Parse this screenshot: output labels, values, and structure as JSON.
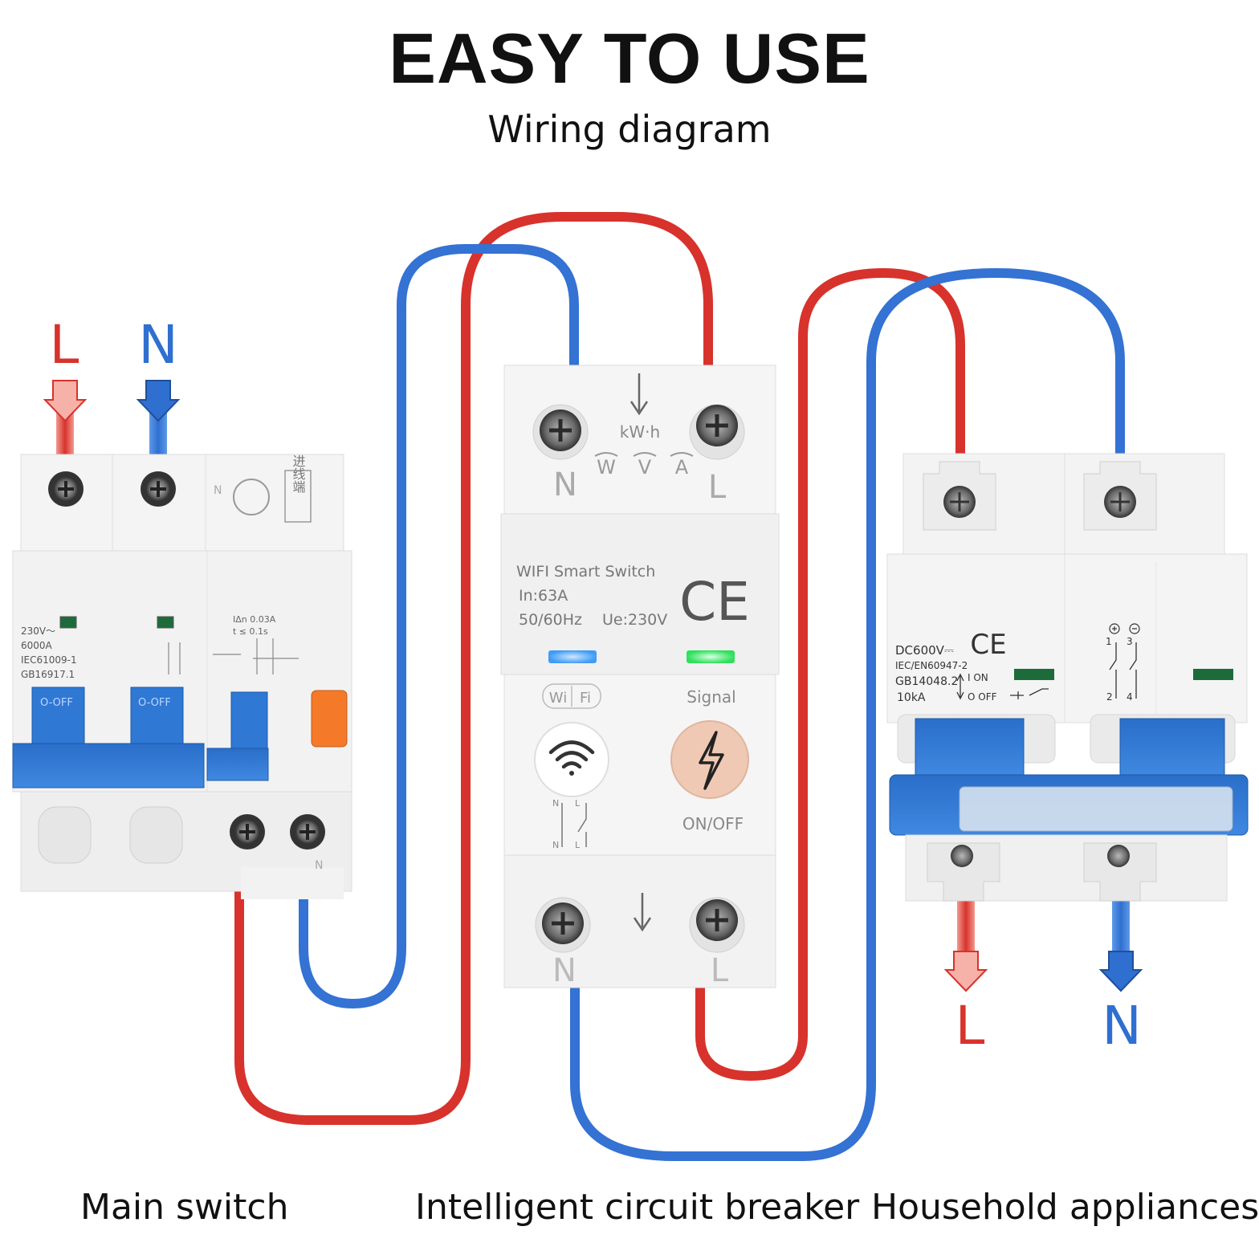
{
  "header": {
    "title": "EASY TO USE",
    "subtitle": "Wiring diagram"
  },
  "colors": {
    "live": "#d8322c",
    "neutral": "#2f6fd0",
    "device_body": "#f2f2f2",
    "lever": "#2f78d4",
    "wifi_led": "#3fa0ff",
    "signal_led": "#2ee05a",
    "test_button": "#f47a2a",
    "onoff_button": "#f0c9b5"
  },
  "inputs": {
    "live": "L",
    "neutral": "N"
  },
  "outputs": {
    "live": "L",
    "neutral": "N"
  },
  "main_switch": {
    "caption": "Main switch",
    "rating": "230V～",
    "breaking": "6000A",
    "standard1": "IEC61009-1",
    "standard2": "GB16917.1",
    "residual": "IΔn 0.03A",
    "trip_time": "t ≤ 0.1s",
    "lever1": "O-OFF",
    "lever2": "O-OFF",
    "incoming_label": "进线端",
    "pole_n": "N",
    "bottom_n": "N"
  },
  "smart_switch": {
    "caption": "Intelligent circuit breaker",
    "energy_unit": "kW·h",
    "meas_w": "W",
    "meas_v": "V",
    "meas_a": "A",
    "top_n": "N",
    "top_l": "L",
    "product": "WIFI Smart Switch",
    "current": "In:63A",
    "freq": "50/60Hz",
    "voltage": "Ue:230V",
    "cert": "CE",
    "wifi_label_1": "Wi",
    "wifi_label_2": "Fi",
    "signal_label": "Signal",
    "onoff_label": "ON/OFF",
    "schem_n": "N",
    "schem_l": "L",
    "bottom_n": "N",
    "bottom_l": "L"
  },
  "appliance_breaker": {
    "caption": "Household appliances",
    "rating": "DC600V⎓",
    "standard1": "IEC/EN60947-2",
    "standard2": "GB14048.2",
    "breaking": "10kA",
    "on_label": "I ON",
    "off_label": "O OFF",
    "cert": "CE",
    "t1": "1",
    "t2": "2",
    "t3": "3",
    "t4": "4"
  }
}
